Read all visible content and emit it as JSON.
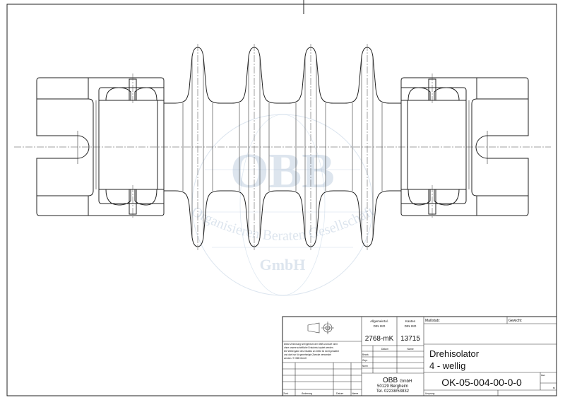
{
  "drawing": {
    "watermark": {
      "logo": "OBB",
      "arc_text": "Organisieren Beraten Gesellschaft",
      "suffix": "GmbH",
      "color": "#9fb6cf"
    }
  },
  "title_block": {
    "copyright_lines": [
      "Diese Zeichnung ist Eigentum der OBB und darf nicht",
      "ohne unsere schriftliche Erlaubnis kopiert werden.",
      "Die Weitergabe des Inhaltes an Dritte ist nicht gestattet",
      "und darf nur für genehmigte Zwecke verwendet",
      "werden. © OBB GmbH"
    ],
    "tolerance_label": "Allgemeintol.",
    "tolerance_std": "DIN ISO",
    "tolerance_value": "2768-mK",
    "edges_label": "Kanten",
    "edges_std": "DIN ISO",
    "edges_value": "13715",
    "date_header": "Datum",
    "name_header": "Name",
    "row_bearb": "Bearb.",
    "row_gepr": "Gepr.",
    "row_norm": "Norm",
    "rev_zust": "Zust.",
    "rev_aenderung": "Änderung",
    "rev_datum": "Datum",
    "rev_name": "Name",
    "company_name": "OBB",
    "company_suffix": "GmbH",
    "company_city": "50129  Bergheim",
    "company_phone": "Tel. 02238/53832",
    "scale_label": "Maßstab:",
    "weight_label": "Gewicht:",
    "title_line1": "Drehisolator",
    "title_line2": "4 - wellig",
    "drawing_number": "OK-05-004-00-0-0",
    "sheet_label": "Blatt",
    "sheet_of": "Bl.",
    "origin_label": "Ursprung:"
  }
}
